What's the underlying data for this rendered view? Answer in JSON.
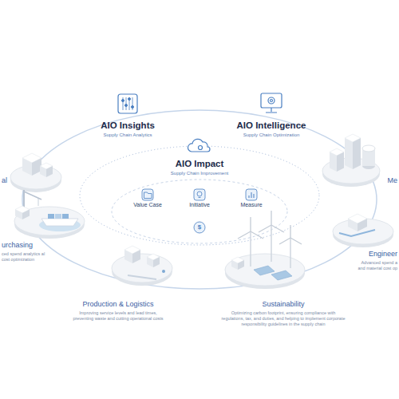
{
  "diagram": {
    "nodes": [
      {
        "text": [
          "AIO Insights",
          "Supply Chain Analytics"
        ]
      },
      {
        "text": [
          "AIO Intelligence",
          "Supply Chain Optimization"
        ]
      },
      {
        "text": [
          "AIO Impact",
          "Supply Chain Improvement"
        ]
      },
      {
        "text": [
          "al"
        ]
      },
      {
        "text": [
          "Me"
        ]
      },
      {
        "text": [
          "Value Case"
        ]
      },
      {
        "text": [
          "Initiative"
        ]
      },
      {
        "text": [
          "Measure"
        ]
      },
      {
        "text": [
          "urchasing",
          "ced spend analytics al cost optimization"
        ]
      },
      {
        "text": [
          "Engineer",
          "Advanced spend a and material cost op"
        ]
      },
      {
        "text": [
          "Production & Logistics",
          "Improving service levels and lead times, preventing waste and cutting operational costs"
        ]
      },
      {
        "text": [
          "Sustainability",
          "Optimizing carbon footprint, ensuring compliance with regulations, tax, and duties, and helping to implement corporate responsibility guidelines in the supply chain"
        ]
      }
    ],
    "labels": [
      "$"
    ]
  }
}
